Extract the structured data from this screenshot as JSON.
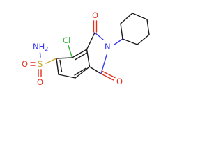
{
  "molecule": {
    "atoms": {
      "cl": "Cl",
      "nh2_main": "NH",
      "nh2_sub": "2",
      "s": "S",
      "o_s_upper": "O",
      "o_s_lower": "O",
      "n_imide": "N",
      "o_imide_top": "O",
      "o_imide_bottom": "O"
    },
    "colors": {
      "bond": "#1a1a1a",
      "oxygen": "#e0301e",
      "nitrogen": "#3a3aee",
      "chlorine": "#3cb33c",
      "sulfur": "#c9a227"
    }
  }
}
